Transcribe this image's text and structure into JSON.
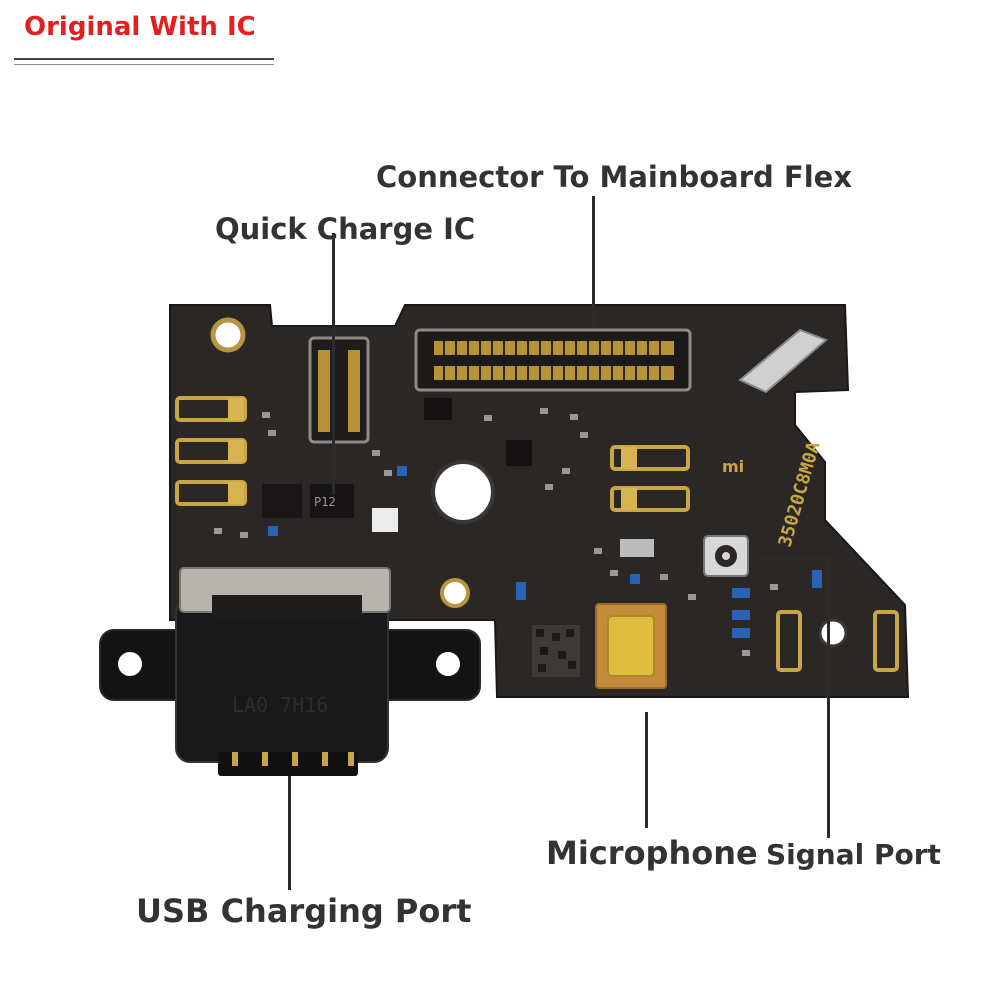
{
  "header": {
    "badge_text": "Original With IC"
  },
  "callouts": {
    "connector": "Connector To Mainboard Flex",
    "quick_charge_ic": "Quick Charge IC",
    "microphone": "Microphone",
    "signal_port": "Signal Port",
    "usb_port": "USB Charging Port"
  },
  "board": {
    "part_number": "35020C8M0A",
    "brand_mark": "mi",
    "chip_marking": "P12",
    "port_marking": "LA0 7H16"
  },
  "colors": {
    "badge": "#e41f1f",
    "pcb": "#2a2725",
    "gold": "#c9a645",
    "label": "#333333"
  }
}
